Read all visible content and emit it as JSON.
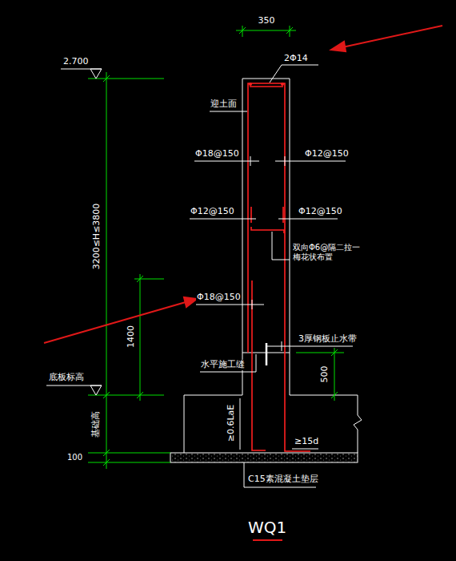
{
  "diagram": {
    "title": "WQ1",
    "labels": [
      "350",
      "2Φ14",
      "2.700",
      "3200≤H≤3800",
      "迎土面",
      "Φ18@150",
      "Φ12@150",
      "Φ12@150",
      "Φ12@150",
      "双向Φ6@隔二拉一 梅花状布置",
      "1400",
      "Φ18@150",
      "3厚钢板止水带",
      "水平施工缝",
      "500",
      "底板标高",
      "基础高",
      "≥0.6LaE",
      "≥15d",
      "100",
      "C15素混凝土垫层"
    ]
  }
}
